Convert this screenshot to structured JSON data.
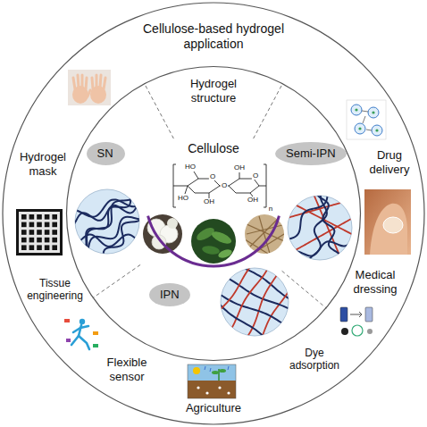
{
  "diagram": {
    "nodes": [
      {
        "text": [
          "Cellulose-based hydrogel application"
        ]
      },
      {
        "text": [
          "Hydrogel structure"
        ],
        "in": 0
      },
      {
        "text": [
          "SN"
        ],
        "in": 1
      },
      {
        "text": [
          "Semi-IPN"
        ],
        "in": 1
      },
      {
        "text": [
          "IPN"
        ],
        "in": 1
      },
      {
        "text": [
          "Cellulose"
        ],
        "in": 1
      }
    ],
    "labels": [
      "Hydrogel mask",
      "Drug delivery",
      "Tissue engineering",
      "Medical dressing",
      "Flexible sensor",
      "Dye adsorption",
      "Agriculture",
      "HO",
      "O",
      "HO",
      "OH",
      "O",
      "O",
      "OH",
      "OH",
      "n"
    ]
  }
}
